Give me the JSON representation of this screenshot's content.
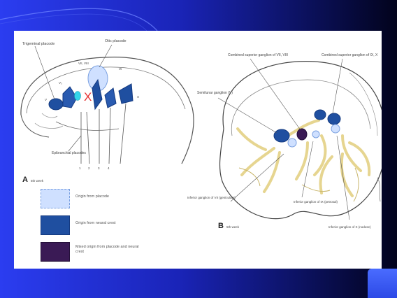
{
  "slide": {
    "background_colors": [
      "#2b3df0",
      "#0a0f55",
      "#02031c"
    ],
    "accent_tab_color": "#3f5ef5"
  },
  "figure": {
    "panel_a": {
      "letter": "A",
      "age": "5th week",
      "labels": {
        "trigeminal_placode": "Trigeminal placode",
        "otic_placode": "Otic placode",
        "vii_viii": "VII, VIII",
        "v_1": "V",
        "v_3": "V₃",
        "ix": "IX",
        "x": "X",
        "epibranchial_placodes": "Epibranchial placodes",
        "arch_numbers": [
          "1",
          "2",
          "3",
          "4"
        ]
      },
      "annotation_mark": "X",
      "annotation_color": "#e53030",
      "marker_color": "#34d6ea"
    },
    "panel_b": {
      "letter": "B",
      "age": "5th week",
      "labels": {
        "combined_superior_vii_viii": "Combined superior ganglion of VII, VIII",
        "combined_superior_ix_x": "Combined superior ganglion of IX, X",
        "semilunar_ganglion": "Semilunar ganglion (V)",
        "inferior_vii": "Inferior ganglion of VII (geniculate)",
        "inferior_ix": "Inferior ganglion of IX (petrosal)",
        "inferior_x": "Inferior ganglion of X (nodose)"
      }
    },
    "legend": [
      {
        "label": "Origin from placode",
        "color": "#cfe0ff",
        "border": "#7aa0e0"
      },
      {
        "label": "Origin from neural crest",
        "color": "#1f4fa0",
        "border": "#143a80"
      },
      {
        "label": "Mixed origin from placode and neural crest",
        "color": "#3a1a55",
        "border": "#25103a"
      }
    ]
  }
}
